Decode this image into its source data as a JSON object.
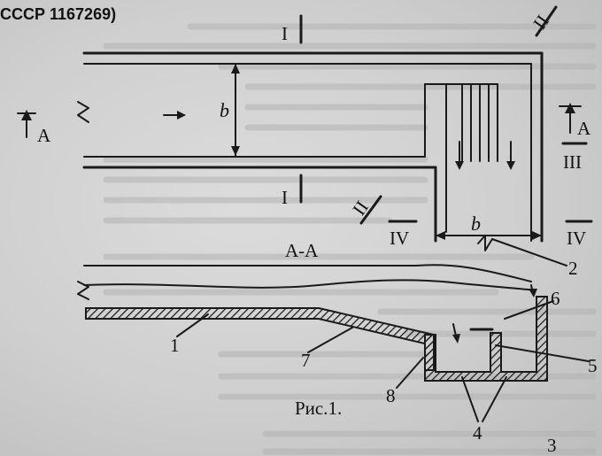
{
  "header": {
    "source": "СССР 1167269)"
  },
  "labels": {
    "section_I": "I",
    "section_II": "II",
    "section_III": "III",
    "section_IV": "IV",
    "arrow_A": "A",
    "dimension_b": "b",
    "section_AA": "A-A",
    "figure_caption": "Рис.1."
  },
  "parts": [
    "1",
    "2",
    "3",
    "4",
    "5",
    "6",
    "7",
    "8"
  ]
}
